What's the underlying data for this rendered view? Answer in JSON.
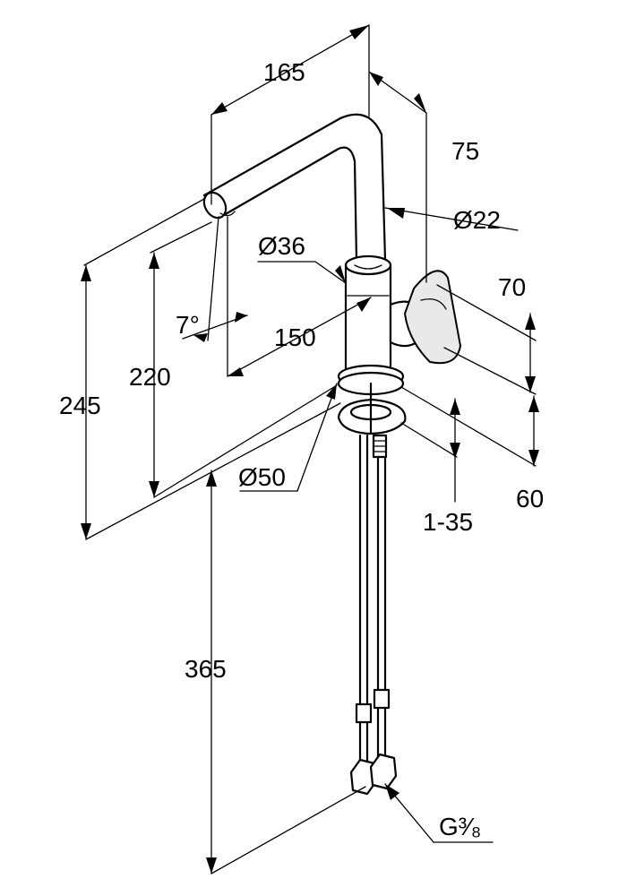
{
  "dimensions": {
    "spout_reach": "165",
    "spout_offset": "75",
    "spout_diameter": "Ø22",
    "body_diameter": "Ø36",
    "lever_height": "70",
    "spout_angle": "7°",
    "spout_to_body": "150",
    "outlet_height": "220",
    "total_height": "245",
    "flange_diameter": "Ø50",
    "base_height": "60",
    "counter_thickness": "1-35",
    "hose_length": "365",
    "connection_thread": "G³⁄₈"
  }
}
